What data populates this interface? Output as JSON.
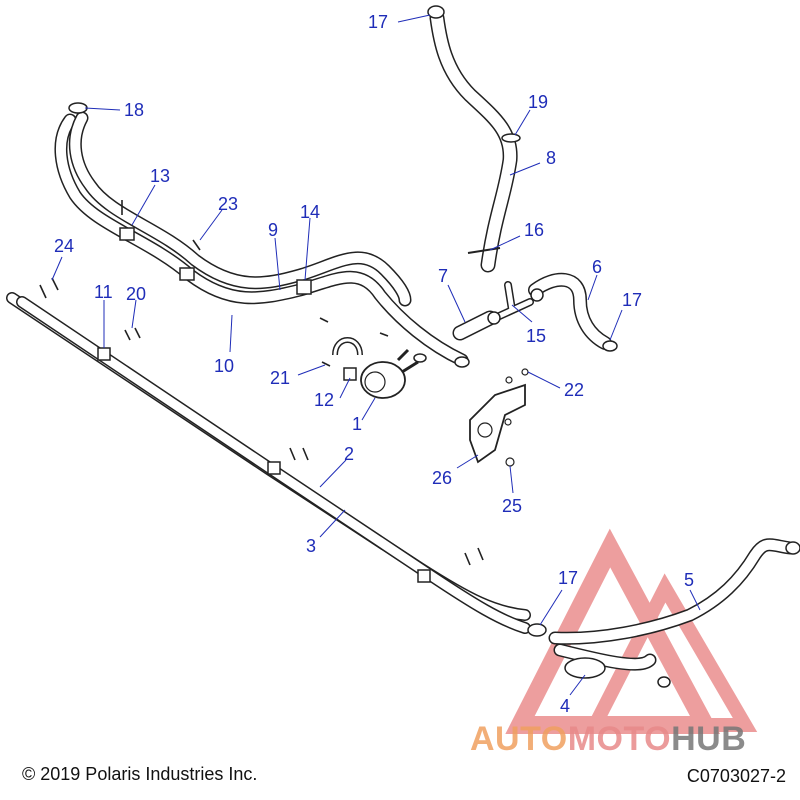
{
  "callouts": [
    {
      "id": "17a",
      "label": "17"
    },
    {
      "id": "19",
      "label": "19"
    },
    {
      "id": "8",
      "label": "8"
    },
    {
      "id": "18",
      "label": "18"
    },
    {
      "id": "13",
      "label": "13"
    },
    {
      "id": "23",
      "label": "23"
    },
    {
      "id": "9",
      "label": "9"
    },
    {
      "id": "14",
      "label": "14"
    },
    {
      "id": "16",
      "label": "16"
    },
    {
      "id": "24",
      "label": "24"
    },
    {
      "id": "7",
      "label": "7"
    },
    {
      "id": "6",
      "label": "6"
    },
    {
      "id": "11",
      "label": "11"
    },
    {
      "id": "20",
      "label": "20"
    },
    {
      "id": "17b",
      "label": "17"
    },
    {
      "id": "15",
      "label": "15"
    },
    {
      "id": "10",
      "label": "10"
    },
    {
      "id": "21",
      "label": "21"
    },
    {
      "id": "22",
      "label": "22"
    },
    {
      "id": "12",
      "label": "12"
    },
    {
      "id": "1",
      "label": "1"
    },
    {
      "id": "2",
      "label": "2"
    },
    {
      "id": "26",
      "label": "26"
    },
    {
      "id": "25",
      "label": "25"
    },
    {
      "id": "3",
      "label": "3"
    },
    {
      "id": "17c",
      "label": "17"
    },
    {
      "id": "5",
      "label": "5"
    },
    {
      "id": "4",
      "label": "4"
    }
  ],
  "footer": {
    "copyright": "© 2019 Polaris Industries Inc.",
    "drawing_number": "C0703027-2"
  },
  "watermark": {
    "part1": "AUTO",
    "part2": "MOTO",
    "part3": "HUB",
    "color_primary": "#f0a060",
    "color_secondary": "#e88a8a",
    "color_tertiary": "#777777"
  },
  "colors": {
    "callout": "#1f2db8",
    "line": "#222222",
    "watermark_triangle": "#e05050"
  }
}
